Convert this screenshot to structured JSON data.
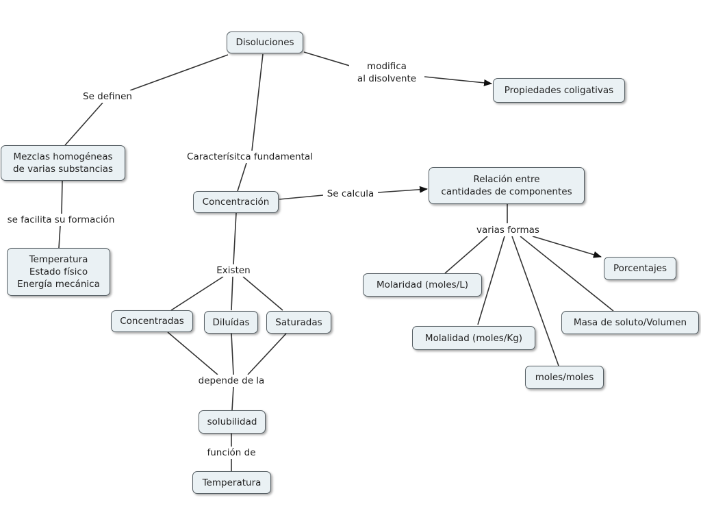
{
  "nodes": {
    "disoluciones": "Disoluciones",
    "propiedades": "Propiedades coligativas",
    "mezclas": [
      "Mezclas homogéneas",
      "de varias substancias"
    ],
    "factores": [
      "Temperatura",
      "Estado físico",
      "Energía mecánica"
    ],
    "concentracion": "Concentración",
    "relacion": [
      "Relación entre",
      "cantidades de componentes"
    ],
    "concentradas": "Concentradas",
    "diluidas": "Diluídas",
    "saturadas": "Saturadas",
    "solubilidad": "solubilidad",
    "temperatura": "Temperatura",
    "molaridad": "Molaridad (moles/L)",
    "molalidad": "Molalidad (moles/Kg)",
    "moles": "moles/moles",
    "porcentajes": "Porcentajes",
    "masa": "Masa de soluto/Volumen"
  },
  "labels": {
    "se_definen": "Se definen",
    "modifica": [
      "modifica",
      "al disolvente"
    ],
    "caracteristica": "Caracterísitca fundamental",
    "se_facilita": "se facilita su formación",
    "se_calcula": "Se calcula",
    "varias_formas": "varias formas",
    "existen": "Existen",
    "depende": "depende de la",
    "funcion": "función de"
  }
}
